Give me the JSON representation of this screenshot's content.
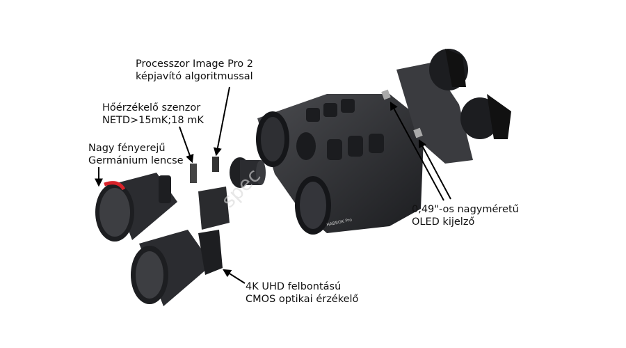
{
  "labels": {
    "processor": {
      "line1": "Processzor Image Pro 2",
      "line2": "képjavító algoritmussal"
    },
    "thermal_sensor": {
      "line1": "Hőérzékelő szenzor",
      "line2": "NETD>15mK;18 mK"
    },
    "lens": {
      "line1": "Nagy fényerejű",
      "line2": "Germánium lencse"
    },
    "oled": {
      "line1": "0,49\"-os nagyméretű",
      "line2": "OLED kijelző"
    },
    "cmos": {
      "line1": "4K UHD felbontású",
      "line2": "CMOS optikai érzékelő"
    }
  },
  "product_brand": "HABROK Pro",
  "colors": {
    "body": "#2a2b2e",
    "accent_ring": "#d8232a",
    "text": "#111111"
  }
}
